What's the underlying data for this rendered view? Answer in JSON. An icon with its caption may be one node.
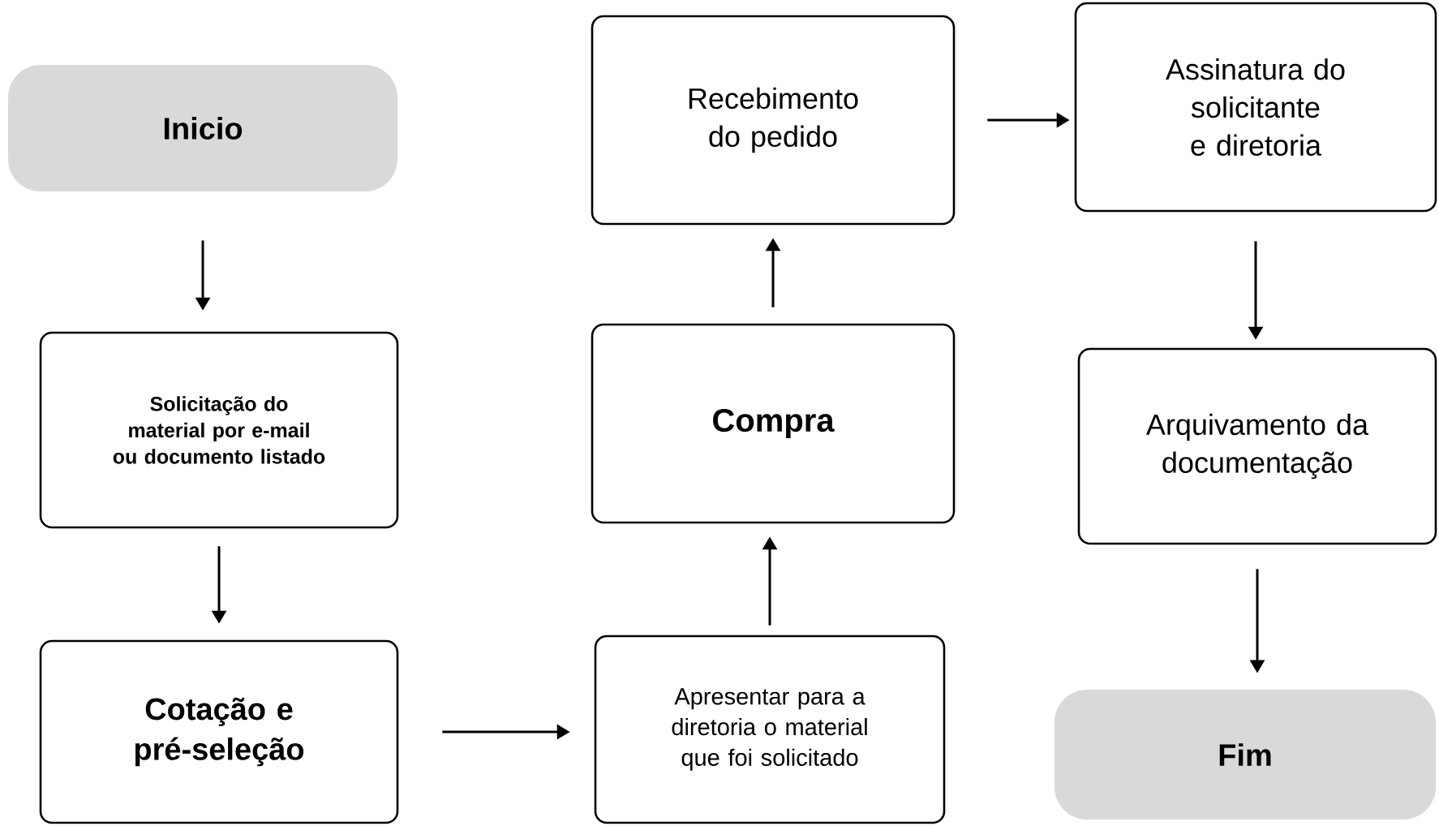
{
  "diagram": {
    "nodes": [
      {
        "text": [
          "Inicio"
        ]
      },
      {
        "text": [
          "Solicitação do material por e-mail ou documento listado"
        ]
      },
      {
        "text": [
          "Cotação e pré-seleção"
        ]
      },
      {
        "text": [
          "Apresentar para a diretoria o material que foi solicitado"
        ]
      },
      {
        "text": [
          "Compra"
        ]
      },
      {
        "text": [
          "Recebimento do pedido"
        ]
      },
      {
        "text": [
          "Assinatura do solicitante e diretoria"
        ]
      },
      {
        "text": [
          "Arquivamento da documentação"
        ]
      },
      {
        "text": [
          "Fim"
        ]
      }
    ],
    "edges": [
      {
        "from": 0,
        "to": 1,
        "arrow": "to"
      },
      {
        "from": 1,
        "to": 2,
        "arrow": "to"
      },
      {
        "from": 2,
        "to": 3,
        "arrow": "to"
      },
      {
        "from": 3,
        "to": 4,
        "arrow": "to"
      },
      {
        "from": 4,
        "to": 5,
        "arrow": "to"
      },
      {
        "from": 5,
        "to": 6,
        "arrow": "to"
      },
      {
        "from": 6,
        "to": 7,
        "arrow": "to"
      },
      {
        "from": 7,
        "to": 8,
        "arrow": "to"
      }
    ]
  }
}
